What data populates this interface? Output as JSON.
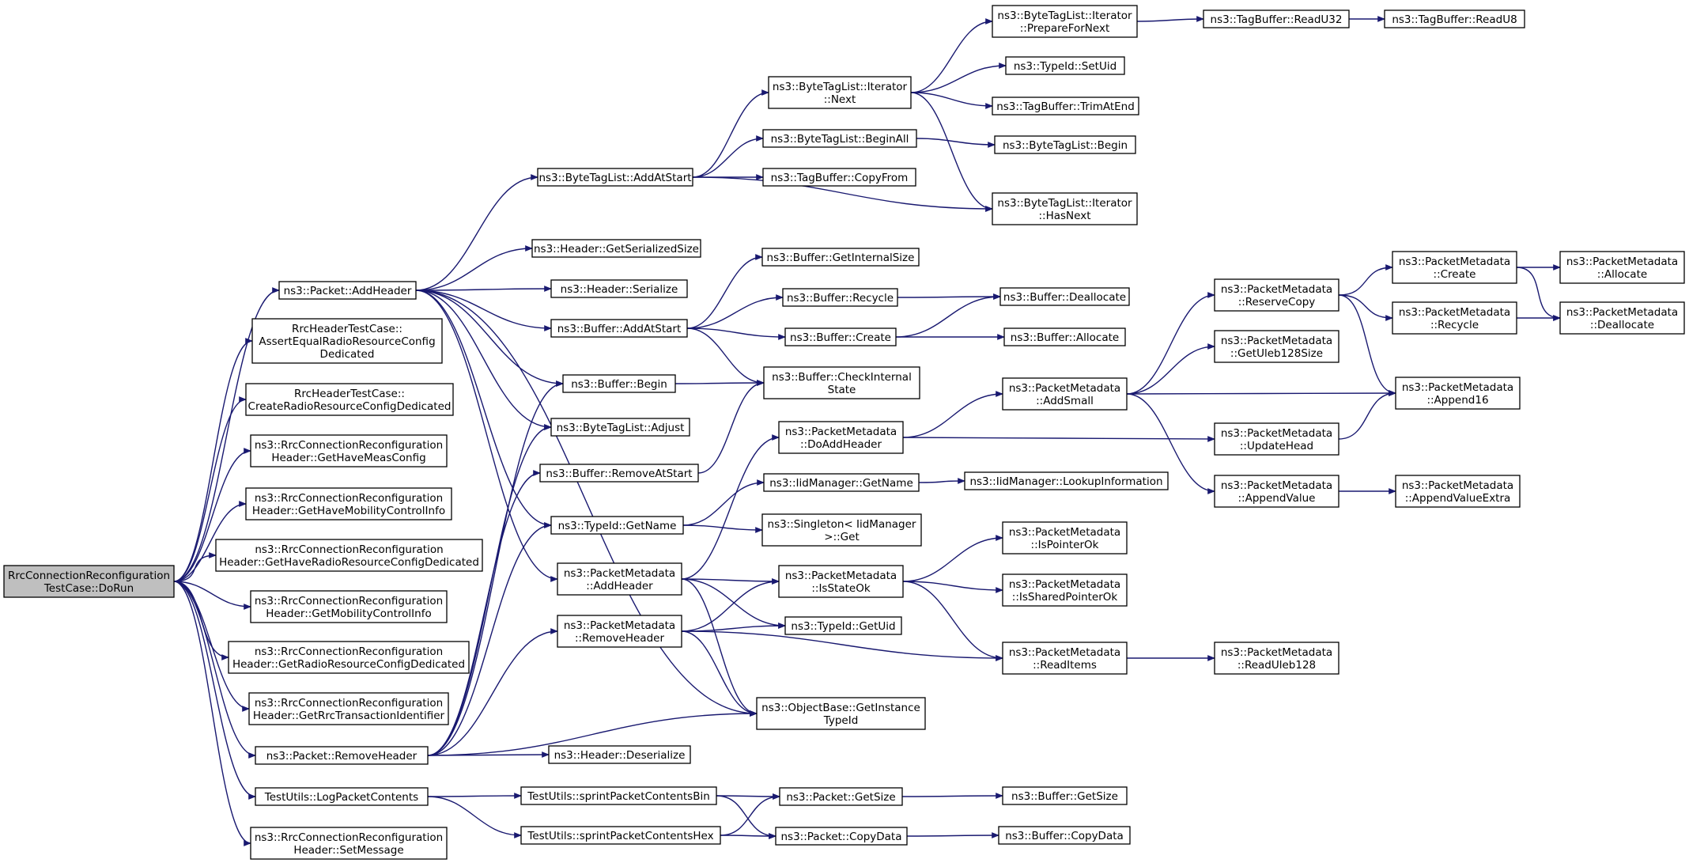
{
  "graph": {
    "title": "",
    "edge_color": "#191970",
    "root_fill": "#bfbfbf",
    "nodes": {
      "root": [
        "RrcConnectionReconfiguration",
        "TestCase::DoRun"
      ],
      "addheader": [
        "ns3::Packet::AddHeader"
      ],
      "assertequal": [
        "RrcHeaderTestCase::",
        "AssertEqualRadioResourceConfig",
        "Dedicated"
      ],
      "createradio": [
        "RrcHeaderTestCase::",
        "CreateRadioResourceConfigDedicated"
      ],
      "havemeas": [
        "ns3::RrcConnectionReconfiguration",
        "Header::GetHaveMeasConfig"
      ],
      "havemobility": [
        "ns3::RrcConnectionReconfiguration",
        "Header::GetHaveMobilityControlInfo"
      ],
      "haveradio": [
        "ns3::RrcConnectionReconfiguration",
        "Header::GetHaveRadioResourceConfigDedicated"
      ],
      "getmobility": [
        "ns3::RrcConnectionReconfiguration",
        "Header::GetMobilityControlInfo"
      ],
      "getradio": [
        "ns3::RrcConnectionReconfiguration",
        "Header::GetRadioResourceConfigDedicated"
      ],
      "getrrc": [
        "ns3::RrcConnectionReconfiguration",
        "Header::GetRrcTransactionIdentifier"
      ],
      "removeheader": [
        "ns3::Packet::RemoveHeader"
      ],
      "logpacket": [
        "TestUtils::LogPacketContents"
      ],
      "setmessage": [
        "ns3::RrcConnectionReconfiguration",
        "Header::SetMessage"
      ],
      "btl_addatstart": [
        "ns3::ByteTagList::AddAtStart"
      ],
      "hdr_getsize": [
        "ns3::Header::GetSerializedSize"
      ],
      "hdr_serialize": [
        "ns3::Header::Serialize"
      ],
      "buf_addatstart": [
        "ns3::Buffer::AddAtStart"
      ],
      "buf_begin": [
        "ns3::Buffer::Begin"
      ],
      "btl_adjust": [
        "ns3::ByteTagList::Adjust"
      ],
      "buf_removeatstart": [
        "ns3::Buffer::RemoveAtStart"
      ],
      "typeid_getname": [
        "ns3::TypeId::GetName"
      ],
      "pm_addheader": [
        "ns3::PacketMetadata",
        "::AddHeader"
      ],
      "pm_removeheader": [
        "ns3::PacketMetadata",
        "::RemoveHeader"
      ],
      "hdr_deserialize": [
        "ns3::Header::Deserialize"
      ],
      "tu_bin": [
        "TestUtils::sprintPacketContentsBin"
      ],
      "tu_hex": [
        "TestUtils::sprintPacketContentsHex"
      ],
      "it_next": [
        "ns3::ByteTagList::Iterator",
        "::Next"
      ],
      "btl_beginall": [
        "ns3::ByteTagList::BeginAll"
      ],
      "tb_copyfrom": [
        "ns3::TagBuffer::CopyFrom"
      ],
      "buf_getinternalsize": [
        "ns3::Buffer::GetInternalSize"
      ],
      "buf_recycle": [
        "ns3::Buffer::Recycle"
      ],
      "buf_create": [
        "ns3::Buffer::Create"
      ],
      "buf_checkinternal": [
        "ns3::Buffer::CheckInternal",
        "State"
      ],
      "pm_doaddheader": [
        "ns3::PacketMetadata",
        "::DoAddHeader"
      ],
      "iid_getname": [
        "ns3::IidManager::GetName"
      ],
      "singleton_get": [
        "ns3::Singleton< IidManager",
        ">::Get"
      ],
      "pm_isstateok": [
        "ns3::PacketMetadata",
        "::IsStateOk"
      ],
      "typeid_getuid": [
        "ns3::TypeId::GetUid"
      ],
      "ob_getinstance": [
        "ns3::ObjectBase::GetInstance",
        "TypeId"
      ],
      "pkt_getsize": [
        "ns3::Packet::GetSize"
      ],
      "pkt_copydata": [
        "ns3::Packet::CopyData"
      ],
      "it_preparefornext": [
        "ns3::ByteTagList::Iterator",
        "::PrepareForNext"
      ],
      "typeid_setuid": [
        "ns3::TypeId::SetUid"
      ],
      "tb_trimatend": [
        "ns3::TagBuffer::TrimAtEnd"
      ],
      "btl_begin": [
        "ns3::ByteTagList::Begin"
      ],
      "it_hasnext": [
        "ns3::ByteTagList::Iterator",
        "::HasNext"
      ],
      "buf_deallocate": [
        "ns3::Buffer::Deallocate"
      ],
      "buf_allocate": [
        "ns3::Buffer::Allocate"
      ],
      "pm_addsmall": [
        "ns3::PacketMetadata",
        "::AddSmall"
      ],
      "iid_lookup": [
        "ns3::IidManager::LookupInformation"
      ],
      "pm_ispointerok": [
        "ns3::PacketMetadata",
        "::IsPointerOk"
      ],
      "pm_issharedpointerok": [
        "ns3::PacketMetadata",
        "::IsSharedPointerOk"
      ],
      "pm_readitems": [
        "ns3::PacketMetadata",
        "::ReadItems"
      ],
      "buf_getsize": [
        "ns3::Buffer::GetSize"
      ],
      "buf_copydata": [
        "ns3::Buffer::CopyData"
      ],
      "tb_readu32": [
        "ns3::TagBuffer::ReadU32"
      ],
      "pm_reservecopy": [
        "ns3::PacketMetadata",
        "::ReserveCopy"
      ],
      "pm_getuleb128size": [
        "ns3::PacketMetadata",
        "::GetUleb128Size"
      ],
      "pm_updatehead": [
        "ns3::PacketMetadata",
        "::UpdateHead"
      ],
      "pm_appendvalue": [
        "ns3::PacketMetadata",
        "::AppendValue"
      ],
      "pm_readuleb128": [
        "ns3::PacketMetadata",
        "::ReadUleb128"
      ],
      "tb_readu8": [
        "ns3::TagBuffer::ReadU8"
      ],
      "pm_create": [
        "ns3::PacketMetadata",
        "::Create"
      ],
      "pm_recycle": [
        "ns3::PacketMetadata",
        "::Recycle"
      ],
      "pm_append16": [
        "ns3::PacketMetadata",
        "::Append16"
      ],
      "pm_appendvalueextra": [
        "ns3::PacketMetadata",
        "::AppendValueExtra"
      ],
      "pm_allocate": [
        "ns3::PacketMetadata",
        "::Allocate"
      ],
      "pm_deallocate": [
        "ns3::PacketMetadata",
        "::Deallocate"
      ]
    },
    "edges": [
      [
        "root",
        "addheader"
      ],
      [
        "root",
        "assertequal"
      ],
      [
        "root",
        "createradio"
      ],
      [
        "root",
        "havemeas"
      ],
      [
        "root",
        "havemobility"
      ],
      [
        "root",
        "haveradio"
      ],
      [
        "root",
        "getmobility"
      ],
      [
        "root",
        "getradio"
      ],
      [
        "root",
        "getrrc"
      ],
      [
        "root",
        "removeheader"
      ],
      [
        "root",
        "logpacket"
      ],
      [
        "root",
        "setmessage"
      ],
      [
        "addheader",
        "btl_addatstart"
      ],
      [
        "addheader",
        "hdr_getsize"
      ],
      [
        "addheader",
        "hdr_serialize"
      ],
      [
        "addheader",
        "buf_addatstart"
      ],
      [
        "addheader",
        "buf_begin"
      ],
      [
        "addheader",
        "btl_adjust"
      ],
      [
        "addheader",
        "typeid_getname"
      ],
      [
        "addheader",
        "pm_addheader"
      ],
      [
        "addheader",
        "ob_getinstance"
      ],
      [
        "removeheader",
        "buf_begin"
      ],
      [
        "removeheader",
        "btl_adjust"
      ],
      [
        "removeheader",
        "buf_removeatstart"
      ],
      [
        "removeheader",
        "typeid_getname"
      ],
      [
        "removeheader",
        "pm_removeheader"
      ],
      [
        "removeheader",
        "hdr_deserialize"
      ],
      [
        "removeheader",
        "ob_getinstance"
      ],
      [
        "logpacket",
        "tu_bin"
      ],
      [
        "logpacket",
        "tu_hex"
      ],
      [
        "btl_addatstart",
        "it_next"
      ],
      [
        "btl_addatstart",
        "btl_beginall"
      ],
      [
        "btl_addatstart",
        "tb_copyfrom"
      ],
      [
        "btl_addatstart",
        "it_hasnext"
      ],
      [
        "buf_addatstart",
        "buf_getinternalsize"
      ],
      [
        "buf_addatstart",
        "buf_recycle"
      ],
      [
        "buf_addatstart",
        "buf_create"
      ],
      [
        "buf_addatstart",
        "buf_checkinternal"
      ],
      [
        "buf_begin",
        "buf_checkinternal"
      ],
      [
        "buf_removeatstart",
        "buf_checkinternal"
      ],
      [
        "typeid_getname",
        "iid_getname"
      ],
      [
        "typeid_getname",
        "singleton_get"
      ],
      [
        "pm_addheader",
        "pm_doaddheader"
      ],
      [
        "pm_addheader",
        "pm_isstateok"
      ],
      [
        "pm_addheader",
        "typeid_getuid"
      ],
      [
        "pm_addheader",
        "ob_getinstance"
      ],
      [
        "pm_removeheader",
        "pm_isstateok"
      ],
      [
        "pm_removeheader",
        "typeid_getuid"
      ],
      [
        "pm_removeheader",
        "ob_getinstance"
      ],
      [
        "pm_removeheader",
        "pm_readitems"
      ],
      [
        "tu_bin",
        "pkt_getsize"
      ],
      [
        "tu_bin",
        "pkt_copydata"
      ],
      [
        "tu_hex",
        "pkt_getsize"
      ],
      [
        "tu_hex",
        "pkt_copydata"
      ],
      [
        "it_next",
        "it_preparefornext"
      ],
      [
        "it_next",
        "typeid_setuid"
      ],
      [
        "it_next",
        "tb_trimatend"
      ],
      [
        "it_next",
        "it_hasnext"
      ],
      [
        "btl_beginall",
        "btl_begin"
      ],
      [
        "buf_recycle",
        "buf_deallocate"
      ],
      [
        "buf_create",
        "buf_deallocate"
      ],
      [
        "buf_create",
        "buf_allocate"
      ],
      [
        "pm_doaddheader",
        "pm_addsmall"
      ],
      [
        "pm_doaddheader",
        "pm_updatehead"
      ],
      [
        "iid_getname",
        "iid_lookup"
      ],
      [
        "pm_isstateok",
        "pm_ispointerok"
      ],
      [
        "pm_isstateok",
        "pm_issharedpointerok"
      ],
      [
        "pm_isstateok",
        "pm_readitems"
      ],
      [
        "pkt_getsize",
        "buf_getsize"
      ],
      [
        "pkt_copydata",
        "buf_copydata"
      ],
      [
        "it_preparefornext",
        "tb_readu32"
      ],
      [
        "tb_readu32",
        "tb_readu8"
      ],
      [
        "pm_addsmall",
        "pm_reservecopy"
      ],
      [
        "pm_addsmall",
        "pm_getuleb128size"
      ],
      [
        "pm_addsmall",
        "pm_append16"
      ],
      [
        "pm_addsmall",
        "pm_appendvalue"
      ],
      [
        "pm_readitems",
        "pm_readuleb128"
      ],
      [
        "pm_reservecopy",
        "pm_create"
      ],
      [
        "pm_reservecopy",
        "pm_recycle"
      ],
      [
        "pm_reservecopy",
        "pm_append16"
      ],
      [
        "pm_updatehead",
        "pm_append16"
      ],
      [
        "pm_appendvalue",
        "pm_appendvalueextra"
      ],
      [
        "pm_create",
        "pm_allocate"
      ],
      [
        "pm_create",
        "pm_deallocate"
      ],
      [
        "pm_recycle",
        "pm_deallocate"
      ]
    ]
  }
}
